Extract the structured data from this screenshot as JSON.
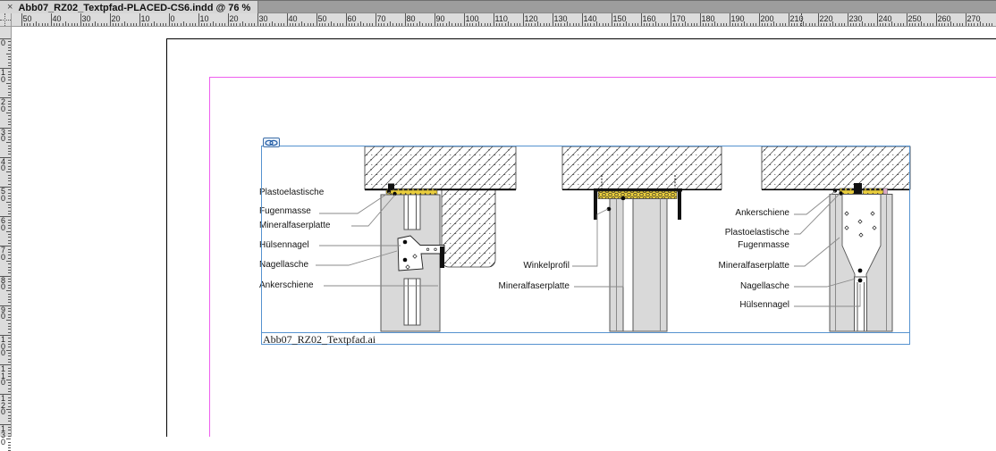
{
  "window": {
    "close_label": "×",
    "tab_title": "Abb07_RZ02_Textpfad-PLACED-CS6.indd @ 76 %"
  },
  "rulers": {
    "horizontal_labels": [
      "50",
      "40",
      "30",
      "20",
      "10",
      "0",
      "10",
      "20",
      "30",
      "40",
      "50",
      "60",
      "70",
      "80",
      "90",
      "100",
      "110",
      "120",
      "130",
      "140",
      "150",
      "160",
      "170",
      "180",
      "190",
      "200",
      "210",
      "220",
      "230",
      "240",
      "250",
      "260",
      "270"
    ],
    "vertical_labels": [
      "0",
      "10",
      "20",
      "30",
      "40",
      "50",
      "60",
      "70",
      "80",
      "90",
      "100",
      "110",
      "120",
      "130"
    ]
  },
  "placed_graphic": {
    "caption": "Abb07_RZ02_Textpfad.ai",
    "link_icon": "chain-link-icon"
  },
  "diagram": {
    "left_labels": {
      "fugenmasse_line1": "Plastoelastische",
      "fugenmasse_line2": "Fugenmasse",
      "mineralfaserplatte": "Mineralfaserplatte",
      "huelsennagel": "Hülsennagel",
      "nagellasche": "Nagellasche",
      "ankerschiene": "Ankerschiene"
    },
    "middle_labels": {
      "winkelprofil": "Winkelprofil",
      "mineralfaserplatte": "Mineralfaserplatte"
    },
    "right_labels": {
      "ankerschiene": "Ankerschiene",
      "fugenmasse_line1": "Plastoelastische",
      "fugenmasse_line2": "Fugenmasse",
      "mineralfaserplatte": "Mineralfaserplatte",
      "nagellasche": "Nagellasche",
      "huelsennagel": "Hülsennagel"
    }
  },
  "colors": {
    "tabbar-bg": "#9d9d9d",
    "tab-bg": "#d6d6d6",
    "ruler-bg": "#dcdcdc",
    "frame-blue": "#5592cf",
    "guide-magenta": "#ee5fee",
    "sealant-yellow": "#e9cd3c",
    "panel-gray": "#d9d9d9"
  }
}
